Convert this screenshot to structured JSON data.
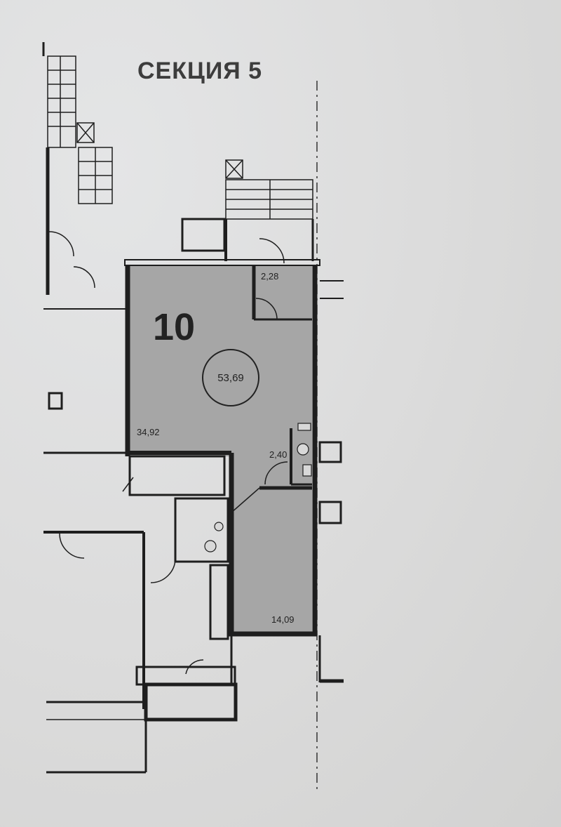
{
  "section_title": "СЕКЦИЯ 5",
  "apartment": {
    "number": "10",
    "total_area": "53,69",
    "rooms": [
      {
        "id": "living",
        "area": "34,92"
      },
      {
        "id": "hall",
        "area": "2,28"
      },
      {
        "id": "bathroom",
        "area": "2,40"
      },
      {
        "id": "bedroom",
        "area": "14,09"
      }
    ]
  },
  "colors": {
    "wall": "#1e1e1e",
    "apartment_fill": "#a6a6a6",
    "paper": "#dcdcdc"
  }
}
